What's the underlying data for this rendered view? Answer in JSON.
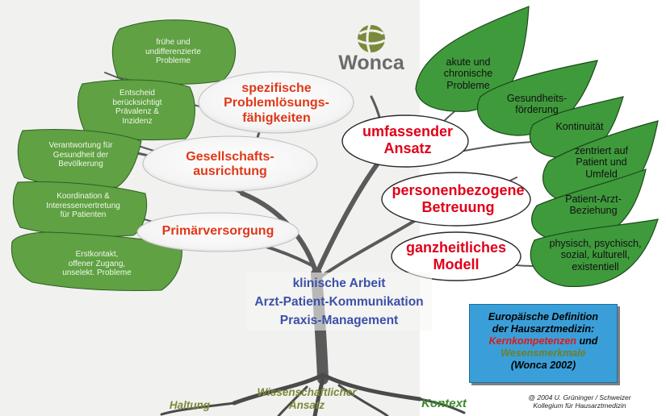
{
  "logo": {
    "text": "Wonca",
    "icon": "wonca-globe-icon",
    "color": "#7a8a3a"
  },
  "left_leaves": [
    {
      "text": "frühe und\nundifferenzierte\nProbleme"
    },
    {
      "text": "Entscheid\nberücksichtigt\nPrävalenz &\nInzidenz"
    },
    {
      "text": "Verantwortung für\nGesundheit der\nBevölkerung"
    },
    {
      "text": "Koordination &\nInteressenvertretung\nfür Patienten"
    },
    {
      "text": "Erstkontakt,\noffener Zugang,\nunselekt. Probleme"
    }
  ],
  "left_ovals": [
    {
      "text": "spezifische\nProblemlösungs-\nfähigkeiten"
    },
    {
      "text": "Gesellschafts-\nausrichtung"
    },
    {
      "text": "Primärversorgung"
    }
  ],
  "right_ovals": [
    {
      "text": "umfassender\nAnsatz"
    },
    {
      "text": "personenbezogene\nBetreuung"
    },
    {
      "text": "ganzheitliches\nModell"
    }
  ],
  "right_leaves": [
    {
      "text": "akute und\nchronische\nProbleme"
    },
    {
      "text": "Gesundheits-\nförderung"
    },
    {
      "text": "Kontinuität"
    },
    {
      "text": "zentriert auf\nPatient und\nUmfeld"
    },
    {
      "text": "Patient-Arzt-\nBeziehung"
    },
    {
      "text": "physisch, psychisch,\nsozial, kulturell,\nexistentiell"
    }
  ],
  "trunk_lines": [
    "klinische Arbeit",
    "Arzt-Patient-Kommunikation",
    "Praxis-Management"
  ],
  "roots": {
    "left": "Haltung",
    "middle": "Wissenschaftlicher\nAnsatz",
    "right": "Kontext"
  },
  "definition_box": {
    "line1": "Europäische Definition",
    "line2": "der Hausarztmedizin:",
    "kern": "Kernkompetenzen",
    "und": " und",
    "wesen": "Wesensmerkmale",
    "year": "(Wonca 2002)"
  },
  "copyright": {
    "line1": "@ 2004 U. Grüninger / Schweizer",
    "line2": "Kollegium für Hausarztmedizin"
  },
  "colors": {
    "leaf_left": "#5fa143",
    "leaf_right": "#3f9a3c",
    "oval_text": "#e03818",
    "trunk_text": "#3c50a8",
    "box_bg": "#3a9fd8",
    "kern": "#e01818",
    "wesen": "#6e7f2a",
    "root_green": "#7a8a3a",
    "root_right": "#3a8a2a"
  }
}
